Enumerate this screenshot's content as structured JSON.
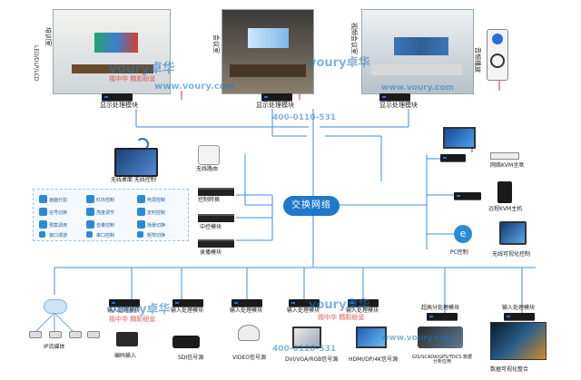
{
  "rooms": {
    "left_label": "培训室",
    "left_sub": "LED/DLP/LCD",
    "middle_label": "会议室",
    "right_label": "视频会议室"
  },
  "top_processors": [
    "显示处理模块",
    "显示处理模块",
    "显示处理模块"
  ],
  "audio_label": "音频播放",
  "center": {
    "cloud_label": "交换网络"
  },
  "left_devices": {
    "laptop_label": "无线桌面 无线控制",
    "wifi_label": "无线路由",
    "switch_label": "控制转换",
    "central_label": "中控模块",
    "record_label": "录播模块"
  },
  "right_devices": {
    "kvm_seat_label": "网络KVM坐席",
    "kvm_host_label": "远程KVM主机",
    "pc_label": "PC控制",
    "tablet_label": "无线可视化控制"
  },
  "bottom_devices": [
    "IP流媒体",
    "编码输入",
    "SDI信号源",
    "VIDEO信号源",
    "DVI/VGA/RGB信号源",
    "HDMI/DP/4K信号源",
    "GIS/SCADA/GPS/TDCS 数据分析应用",
    "数据可视化整合"
  ],
  "bottom_modules": [
    "输入处理模块",
    "输入处理模块",
    "输入处理模块",
    "输入处理模块",
    "输入处理模块",
    "超高分处理模块",
    "输入处理模块"
  ],
  "watermarks": {
    "brand": "voury卓华",
    "slogan": "视中华 精彩纷呈",
    "phone": "400-0110-531",
    "web": "www.voury.com"
  },
  "control_panel": {
    "items": [
      "画面分割",
      "红外控制",
      "电源控制",
      "信号切换",
      "亮度调节",
      "定时控制",
      "预案调用",
      "音量控制",
      "场景切换",
      "窗口漫游",
      "串口控制",
      "矩阵切换"
    ]
  }
}
